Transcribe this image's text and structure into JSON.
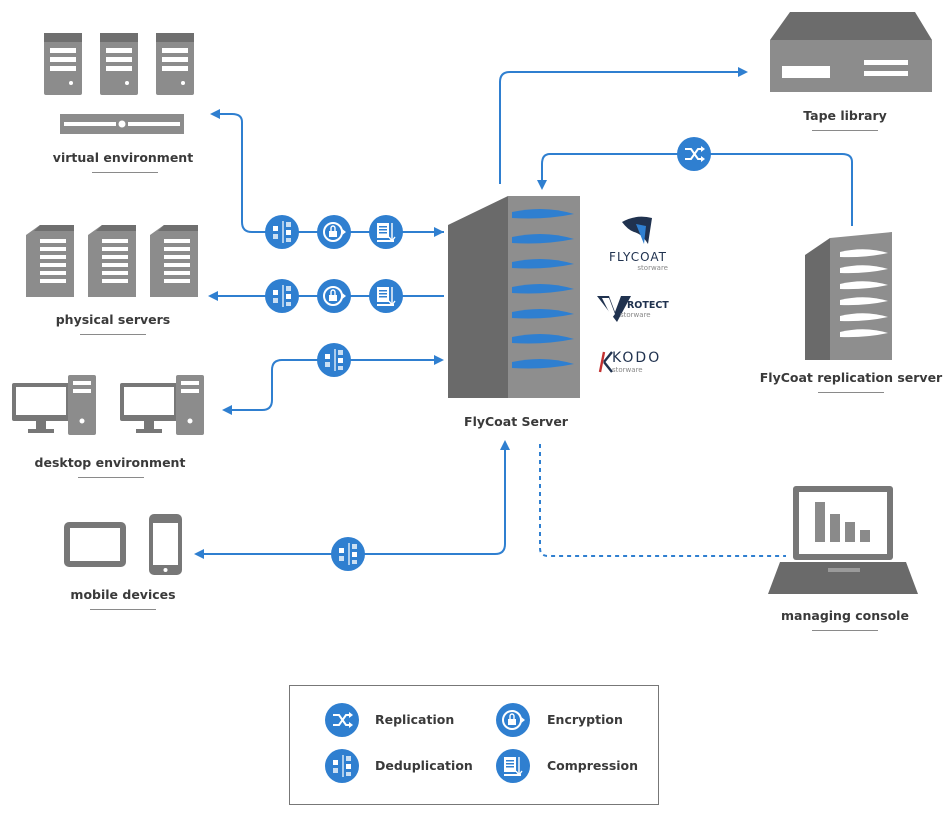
{
  "colors": {
    "accent": "#2f7fd0",
    "device_gray": "#8c8c8c",
    "device_dark": "#5f5f5f"
  },
  "nodes": {
    "virtual_environment": "virtual environment",
    "physical_servers": "physical servers",
    "desktop_environment": "desktop environment",
    "mobile_devices": "mobile devices",
    "flycoat_server": "FlyCoat Server",
    "tape_library": "Tape library",
    "flycoat_replication_server": "FlyCoat replication server",
    "managing_console": "managing console"
  },
  "brands": {
    "flycoat": {
      "name": "FLYCOAT",
      "sub": "storware"
    },
    "protect": {
      "name": "PROTECT",
      "sub": "storware"
    },
    "kodo": {
      "name": "KODO",
      "sub": "storware"
    }
  },
  "legend": {
    "replication": {
      "label": "Replication",
      "icon": "replication-icon"
    },
    "encryption": {
      "label": "Encryption",
      "icon": "encryption-icon"
    },
    "deduplication": {
      "label": "Deduplication",
      "icon": "deduplication-icon"
    },
    "compression": {
      "label": "Compression",
      "icon": "compression-icon"
    }
  }
}
